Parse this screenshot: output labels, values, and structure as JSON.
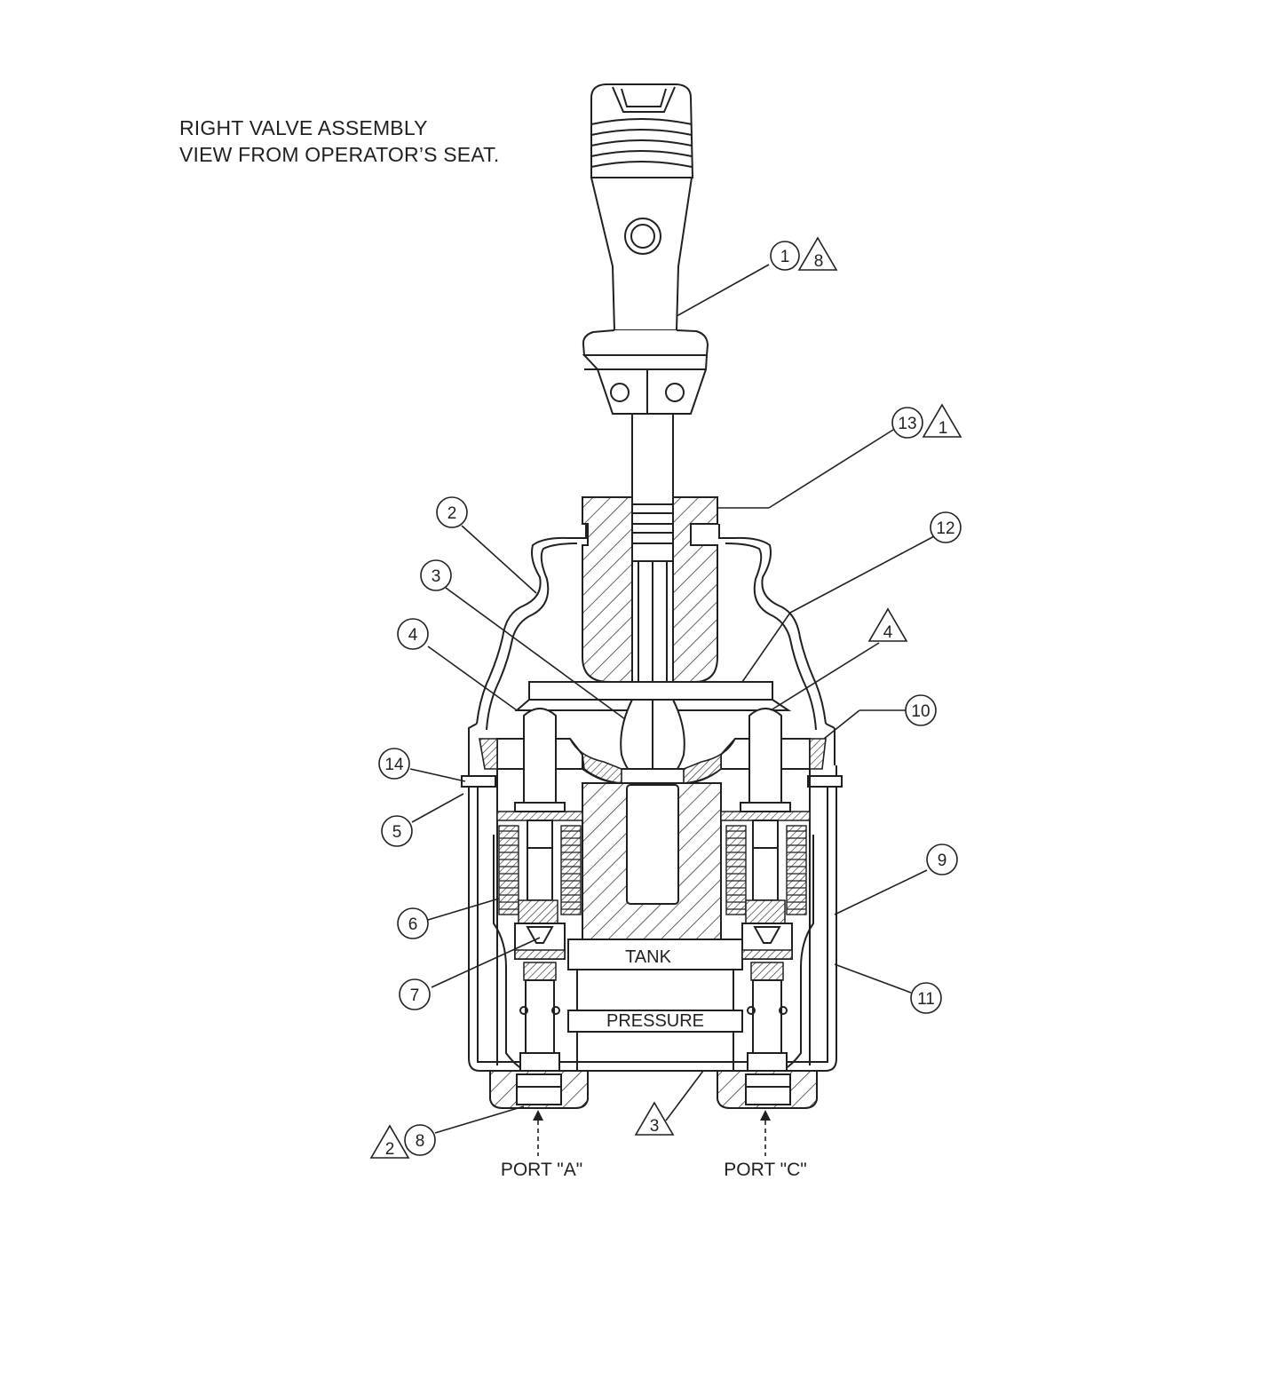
{
  "title": {
    "line1": "RIGHT VALVE ASSEMBLY",
    "line2": "VIEW FROM OPERATOR’S SEAT."
  },
  "ports": {
    "a": "PORT \"A\"",
    "c": "PORT \"C\""
  },
  "channels": {
    "tank": "TANK",
    "pressure": "PRESSURE"
  },
  "callouts": [
    {
      "id": "c1",
      "number": "1",
      "note": "8"
    },
    {
      "id": "c13",
      "number": "13",
      "note": "1"
    },
    {
      "id": "c2",
      "number": "2",
      "note": ""
    },
    {
      "id": "c12",
      "number": "12",
      "note": ""
    },
    {
      "id": "c3",
      "number": "3",
      "note": ""
    },
    {
      "id": "c4L",
      "number": "4",
      "note": ""
    },
    {
      "id": "c4R",
      "number": "",
      "note": "4"
    },
    {
      "id": "c10",
      "number": "10",
      "note": ""
    },
    {
      "id": "c14",
      "number": "14",
      "note": ""
    },
    {
      "id": "c5",
      "number": "5",
      "note": ""
    },
    {
      "id": "c9",
      "number": "9",
      "note": ""
    },
    {
      "id": "c6",
      "number": "6",
      "note": ""
    },
    {
      "id": "c7",
      "number": "7",
      "note": ""
    },
    {
      "id": "c11",
      "number": "11",
      "note": ""
    },
    {
      "id": "c3b",
      "number": "",
      "note": "3"
    },
    {
      "id": "c8",
      "number": "8",
      "note": "2"
    }
  ]
}
